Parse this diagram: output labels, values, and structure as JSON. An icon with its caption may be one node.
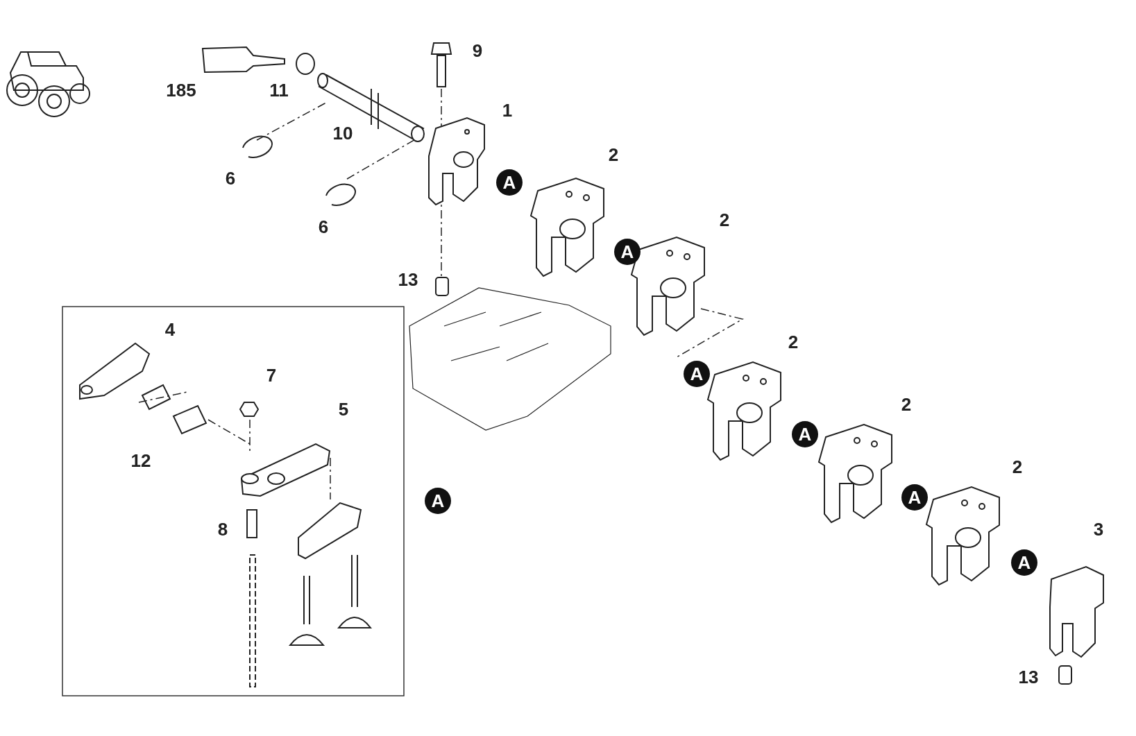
{
  "diagram": {
    "labels": [
      "9",
      "185",
      "11",
      "1",
      "10",
      "2",
      "6",
      "A",
      "2",
      "6",
      "A",
      "13",
      "4",
      "2",
      "A",
      "7",
      "2",
      "5",
      "A",
      "12",
      "2",
      "A",
      "A",
      "8",
      "3",
      "A",
      "13"
    ]
  }
}
